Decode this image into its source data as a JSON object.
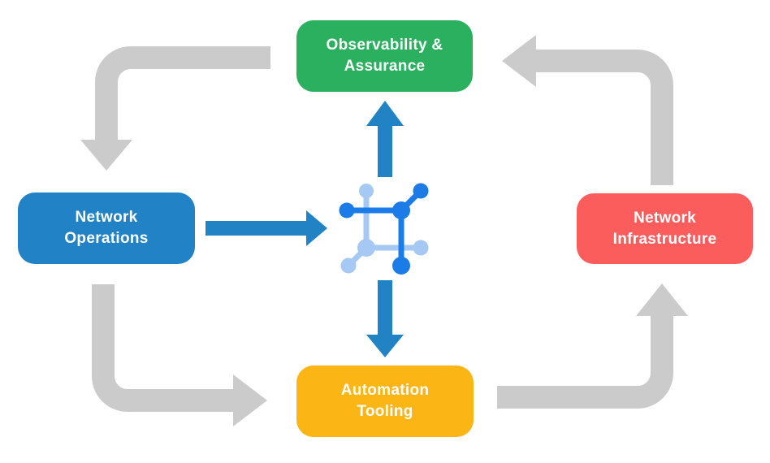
{
  "diagram": {
    "type": "cycle-flow-diagram",
    "background": "#ffffff",
    "nodes": [
      {
        "id": "observability-assurance",
        "lines": [
          "Observability &",
          "Assurance"
        ],
        "color": "#2AB05E",
        "position": "top"
      },
      {
        "id": "network-operations",
        "lines": [
          "Network",
          "Operations"
        ],
        "color": "#2183C5",
        "position": "left"
      },
      {
        "id": "network-infrastructure",
        "lines": [
          "Network",
          "Infrastructure"
        ],
        "color": "#FB5D5D",
        "position": "right"
      },
      {
        "id": "automation-tooling",
        "lines": [
          "Automation",
          "Tooling"
        ],
        "color": "#FBB515",
        "position": "bottom"
      }
    ],
    "center_icon": "network-platform-icon",
    "flows": [
      {
        "from": "observability-assurance",
        "to": "network-operations",
        "style": "elbow",
        "color_key": "arrow_gray"
      },
      {
        "from": "network-operations",
        "to": "automation-tooling",
        "style": "elbow",
        "color_key": "arrow_gray"
      },
      {
        "from": "automation-tooling",
        "to": "network-infrastructure",
        "style": "elbow",
        "color_key": "arrow_gray"
      },
      {
        "from": "network-infrastructure",
        "to": "observability-assurance",
        "style": "elbow",
        "color_key": "arrow_gray"
      },
      {
        "from": "network-operations",
        "to": "center-icon",
        "style": "straight",
        "color_key": "arrow_blue"
      },
      {
        "from": "center-icon",
        "to": "observability-assurance",
        "style": "straight",
        "color_key": "arrow_blue"
      },
      {
        "from": "center-icon",
        "to": "automation-tooling",
        "style": "straight",
        "color_key": "arrow_blue"
      }
    ],
    "colors": {
      "arrow_gray": "#CBCBCB",
      "arrow_blue": "#2182C4",
      "icon_blue_dark": "#1B7CE8",
      "icon_blue_light": "#A6C9F4",
      "node_text": "#FFFFFF"
    }
  }
}
